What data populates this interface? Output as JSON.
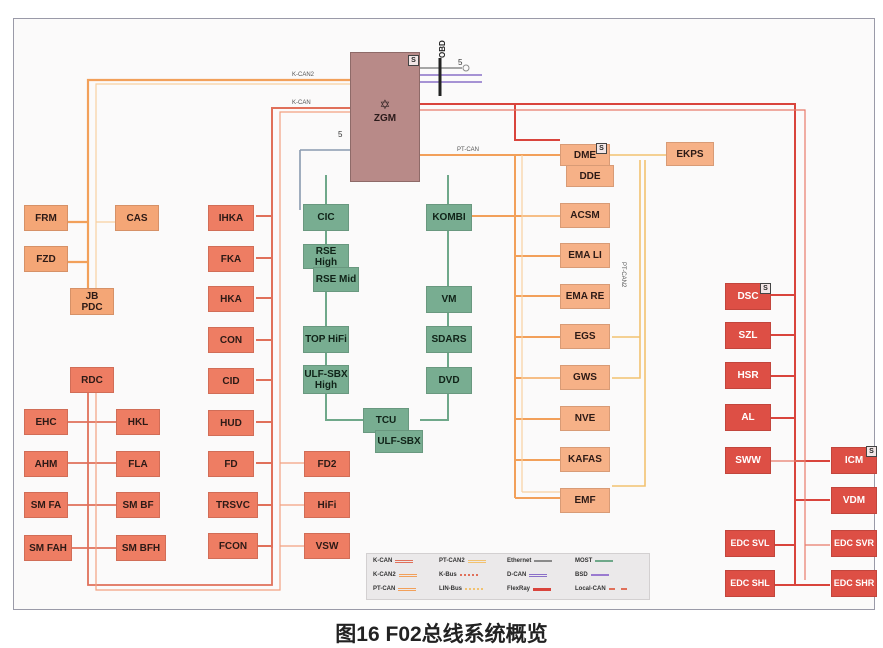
{
  "gateway": {
    "label": "ZGM",
    "badge": "S",
    "obd": "OBD",
    "eth_count": "5"
  },
  "badges": {
    "dme": "S",
    "dsc": "S",
    "icm": "S"
  },
  "bus_tags": {
    "k_can2": "K-CAN2",
    "k_can": "K-CAN",
    "pt_can": "PT-CAN",
    "pt_can2": "PT-CAN2",
    "most_count": "5"
  },
  "nodes": {
    "frm": "FRM",
    "cas": "CAS",
    "fzd": "FZD",
    "jb": "JB",
    "pdc": "PDC",
    "rdc": "RDC",
    "ehc": "EHC",
    "hkl": "HKL",
    "ahm": "AHM",
    "fla": "FLA",
    "smfa": "SM FA",
    "smbf": "SM BF",
    "smfah": "SM FAH",
    "smbfh": "SM BFH",
    "ihka": "IHKA",
    "fka": "FKA",
    "hka": "HKA",
    "con": "CON",
    "cid": "CID",
    "hud": "HUD",
    "fd": "FD",
    "fd2": "FD2",
    "trsvc": "TRSVC",
    "hifi": "HiFi",
    "fcon": "FCON",
    "vsw": "VSW",
    "cic": "CIC",
    "rse_high": "RSE High",
    "rse_mid": "RSE Mid",
    "top_hifi": "TOP HiFi",
    "ulf_sbx_high_1": "ULF-SBX",
    "ulf_sbx_high_2": "High",
    "tcu": "TCU",
    "ulf_sbx": "ULF-SBX",
    "kombi": "KOMBI",
    "vm": "VM",
    "sdars": "SDARS",
    "dvd": "DVD",
    "dme": "DME",
    "dde": "DDE",
    "ekps": "EKPS",
    "acsm": "ACSM",
    "ema_li": "EMA LI",
    "ema_re": "EMA RE",
    "egs": "EGS",
    "gws": "GWS",
    "nve": "NVE",
    "kafas": "KAFAS",
    "emf": "EMF",
    "dsc": "DSC",
    "szl": "SZL",
    "hsr": "HSR",
    "al": "AL",
    "sww": "SWW",
    "icm": "ICM",
    "vdm": "VDM",
    "edc_svl": "EDC SVL",
    "edc_svr": "EDC SVR",
    "edc_shl": "EDC SHL",
    "edc_shr": "EDC SHR"
  },
  "legend": {
    "k_can": "K-CAN",
    "k_can2": "K-CAN2",
    "pt_can": "PT-CAN",
    "pt_can2": "PT-CAN2",
    "k_bus": "K-Bus",
    "lin_bus": "LIN-Bus",
    "ethernet": "Ethernet",
    "d_can": "D-CAN",
    "flexray": "FlexRay",
    "most": "MOST",
    "bsd": "BSD",
    "local_can": "Local-CAN"
  },
  "colors": {
    "k_can": "#e0705a",
    "k_can2": "#f2a05a",
    "pt_can": "#f2c270",
    "most": "#6fa88a",
    "flexray": "#d9443c",
    "ethernet": "#8a8a8a",
    "d_can": "#8a6fc8",
    "obd_bar": "#222222"
  },
  "caption": "图16  F02总线系统概览"
}
